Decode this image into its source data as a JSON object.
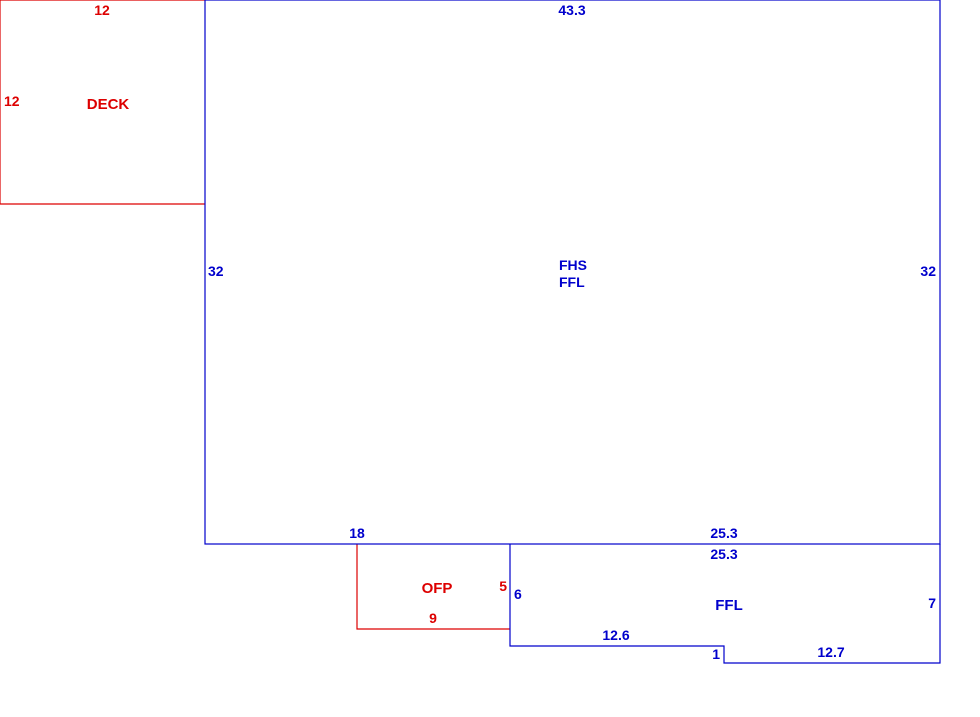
{
  "colors": {
    "main": "#0000cc",
    "exterior": "#dd0000"
  },
  "areas": {
    "deck": {
      "name": "DECK",
      "top": "12",
      "left": "12"
    },
    "main": {
      "name_1": "FHS",
      "name_2": "FFL",
      "top": "43.3",
      "left": "32",
      "right": "32",
      "bottom_left": "18",
      "bottom_right": "25.3"
    },
    "ofp": {
      "name": "OFP",
      "right": "5",
      "bottom": "9"
    },
    "lower": {
      "name": "FFL",
      "top": "25.3",
      "left": "6",
      "right": "7",
      "bottom_left": "12.6",
      "step": "1",
      "bottom_right": "12.7"
    }
  }
}
